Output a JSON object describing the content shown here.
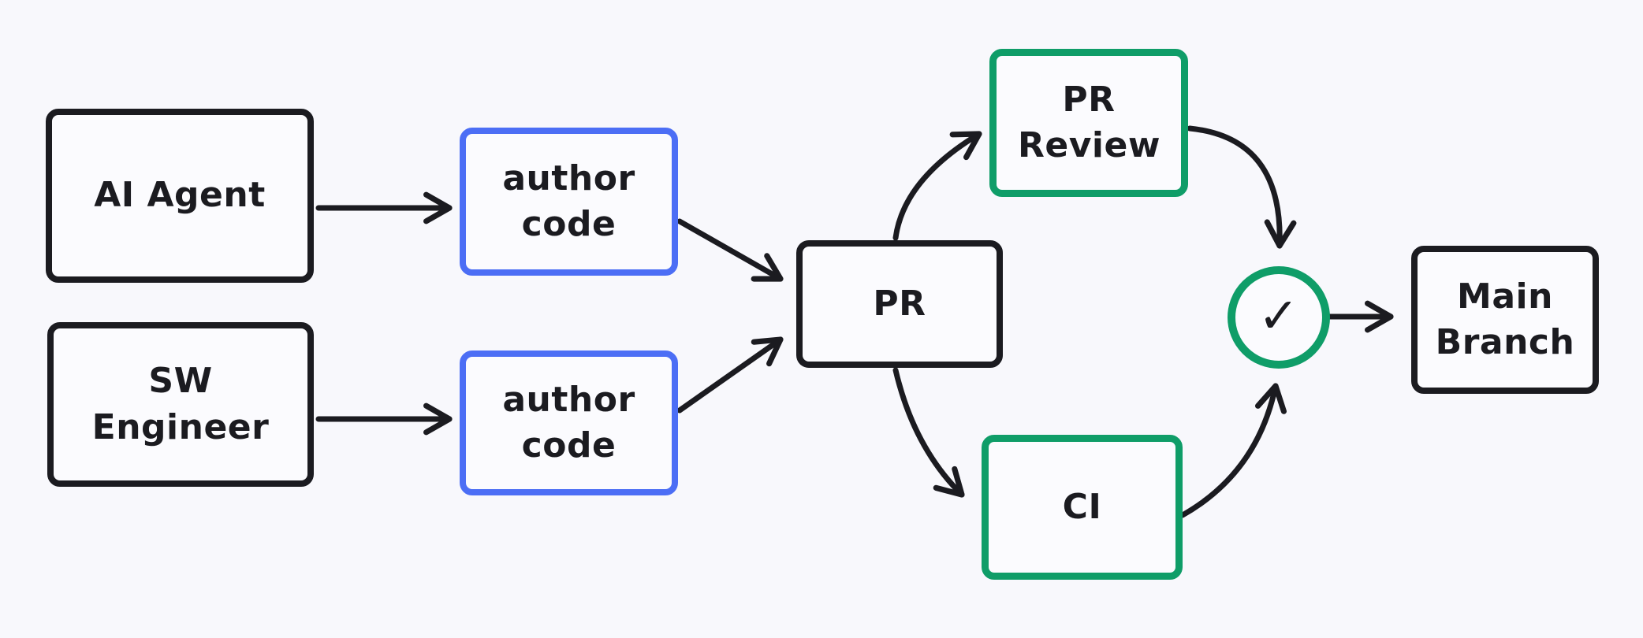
{
  "diagram": {
    "title": "PR workflow diagram",
    "colors": {
      "background": "#f8f8fc",
      "node_fill": "#fbfbfe",
      "stroke_black": "#1b1b20",
      "stroke_blue": "#4c6ef5",
      "stroke_green": "#0f9d68",
      "text": "#1b1b20"
    },
    "nodes": {
      "ai_agent": {
        "label": "AI Agent"
      },
      "sw_engineer": {
        "label": "SW Engineer"
      },
      "author_code_top": {
        "label": "author code"
      },
      "author_code_bottom": {
        "label": "author code"
      },
      "pr": {
        "label": "PR"
      },
      "pr_review": {
        "label": "PR Review"
      },
      "ci": {
        "label": "CI"
      },
      "approval_check": {
        "symbol": "✓"
      },
      "main_branch": {
        "label": "Main Branch"
      }
    },
    "edges": [
      {
        "from": "AI Agent",
        "to": "author code (top)"
      },
      {
        "from": "SW Engineer",
        "to": "author code (bottom)"
      },
      {
        "from": "author code (top)",
        "to": "PR"
      },
      {
        "from": "author code (bottom)",
        "to": "PR"
      },
      {
        "from": "PR",
        "to": "PR Review"
      },
      {
        "from": "PR",
        "to": "CI"
      },
      {
        "from": "PR Review",
        "to": "approval check"
      },
      {
        "from": "CI",
        "to": "approval check"
      },
      {
        "from": "approval check",
        "to": "Main Branch"
      }
    ]
  }
}
